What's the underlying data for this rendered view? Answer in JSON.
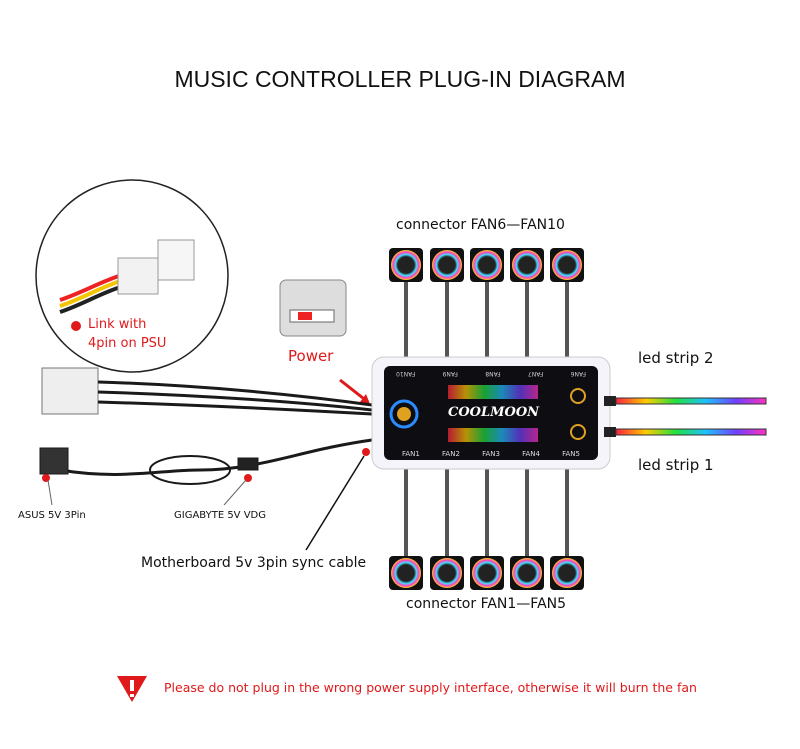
{
  "title": "MUSIC CONTROLLER PLUG-IN DIAGRAM",
  "labels": {
    "fan_top": "connector  FAN6—FAN10",
    "fan_bottom": "connector  FAN1—FAN5",
    "led2": "led strip 2",
    "led1": "led strip 1",
    "power": "Power",
    "psu_line1": "Link with",
    "psu_line2": "4pin on PSU",
    "asus": "ASUS 5V 3Pin",
    "gigabyte": "GIGABYTE 5V  VDG",
    "sync": "Motherboard 5v 3pin sync cable"
  },
  "hub": {
    "brand": "COOLMOON",
    "top_ports": [
      "FAN10",
      "FAN9",
      "FAN8",
      "FAN7",
      "FAN6"
    ],
    "bottom_ports": [
      "FAN1",
      "FAN2",
      "FAN3",
      "FAN4",
      "FAN5"
    ]
  },
  "warning": {
    "icon": "warning-triangle-icon",
    "text": "Please do not plug in the wrong power supply interface, otherwise it will burn the fan"
  },
  "colors": {
    "accent_red": "#e0191b",
    "hub_bg": "#0d0d12"
  }
}
